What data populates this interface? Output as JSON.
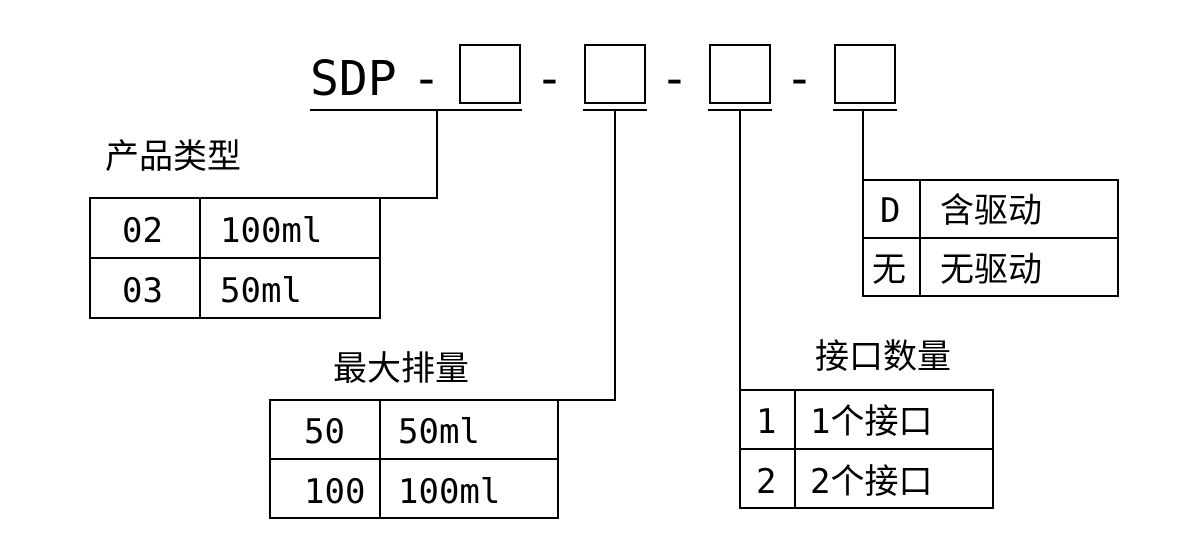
{
  "code": {
    "prefix": "SDP",
    "separator": "-"
  },
  "groups": {
    "product_type": {
      "label": "产品类型",
      "rows": [
        {
          "code": "02",
          "desc": "100ml"
        },
        {
          "code": "03",
          "desc": "50ml"
        }
      ]
    },
    "max_displacement": {
      "label": "最大排量",
      "rows": [
        {
          "code": "50",
          "desc": "50ml"
        },
        {
          "code": "100",
          "desc": "100ml"
        }
      ]
    },
    "port_count": {
      "label": "接口数量",
      "rows": [
        {
          "code": "1",
          "desc": "1个接口"
        },
        {
          "code": "2",
          "desc": "2个接口"
        }
      ]
    },
    "driver": {
      "rows": [
        {
          "code": "D",
          "desc": "含驱动"
        },
        {
          "code": "无",
          "desc": "无驱动"
        }
      ]
    }
  }
}
